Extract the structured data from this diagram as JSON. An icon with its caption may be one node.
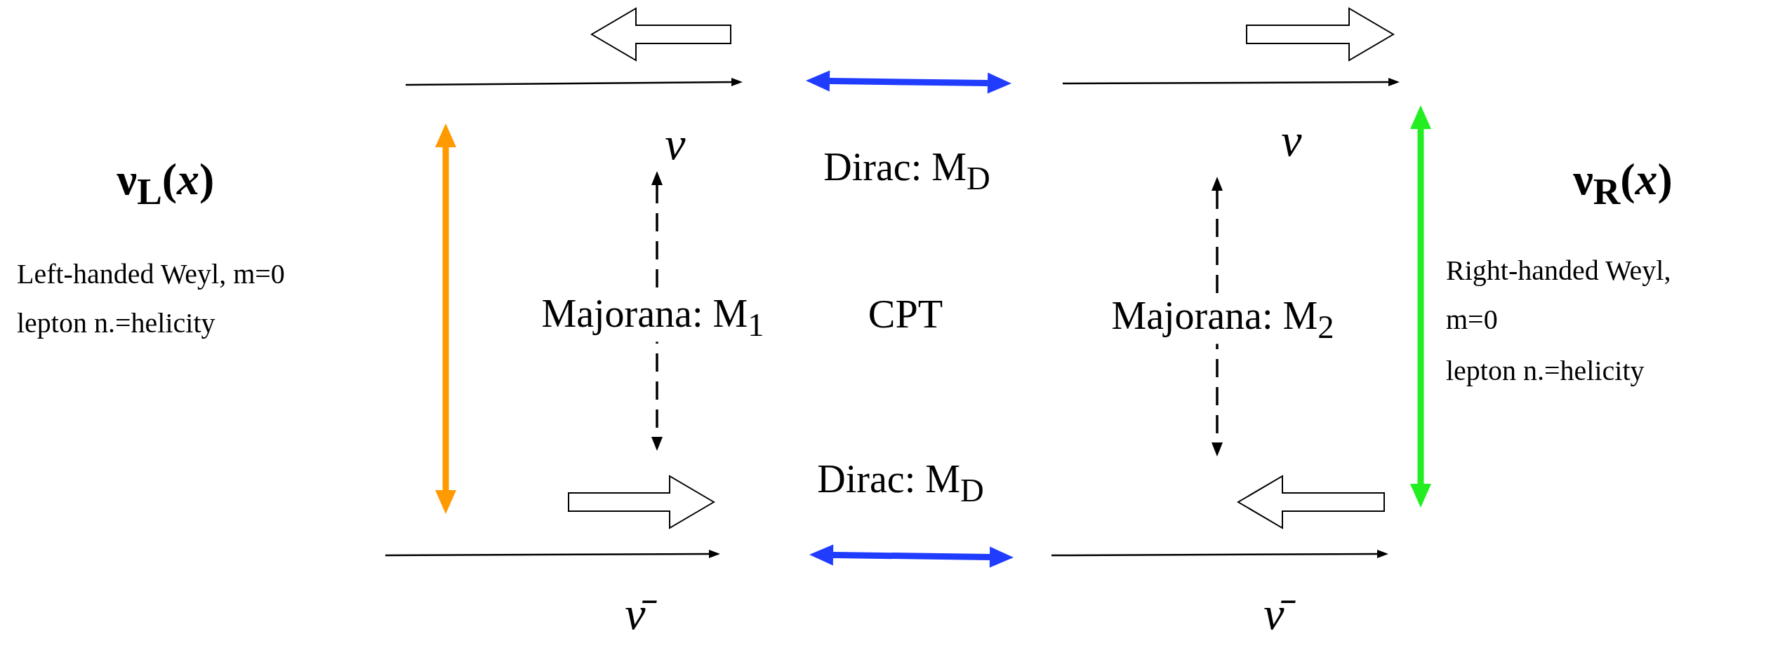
{
  "diagram": {
    "nodes": [
      {
        "text": [
          "ν"
        ]
      },
      {
        "text": [
          "ν"
        ]
      },
      {
        "text": [
          "ν̄"
        ]
      },
      {
        "text": [
          "ν̄"
        ]
      }
    ],
    "edges": [
      {
        "from": 0,
        "to": 1,
        "arrow": "both",
        "label": "Dirac: M$_{D}$",
        "color": "#1f3cff"
      },
      {
        "from": 2,
        "to": 3,
        "arrow": "both",
        "label": "Dirac: M$_{D}$",
        "color": "#1f3cff"
      },
      {
        "from": 0,
        "to": 2,
        "arrow": "both",
        "color": "#ff9a00"
      },
      {
        "from": 1,
        "to": 3,
        "arrow": "both",
        "color": "#22ee22"
      },
      {
        "from": 0,
        "to": 2,
        "arrow": "both",
        "style": "dashed",
        "color": "#000000",
        "label": "Majorana: M$_{1}$"
      },
      {
        "from": 1,
        "to": 3,
        "arrow": "both",
        "style": "dashed",
        "color": "#000000",
        "label": "Majorana: M$_{2}$"
      }
    ],
    "labels": [
      "ν$_{L}$(*x*)",
      "Left-handed Weyl, m=0",
      "lepton n.=helicity",
      "CPT",
      "ν$_{R}$(*x*)",
      "Right-handed Weyl, m=0",
      "lepton n.=helicity"
    ]
  }
}
